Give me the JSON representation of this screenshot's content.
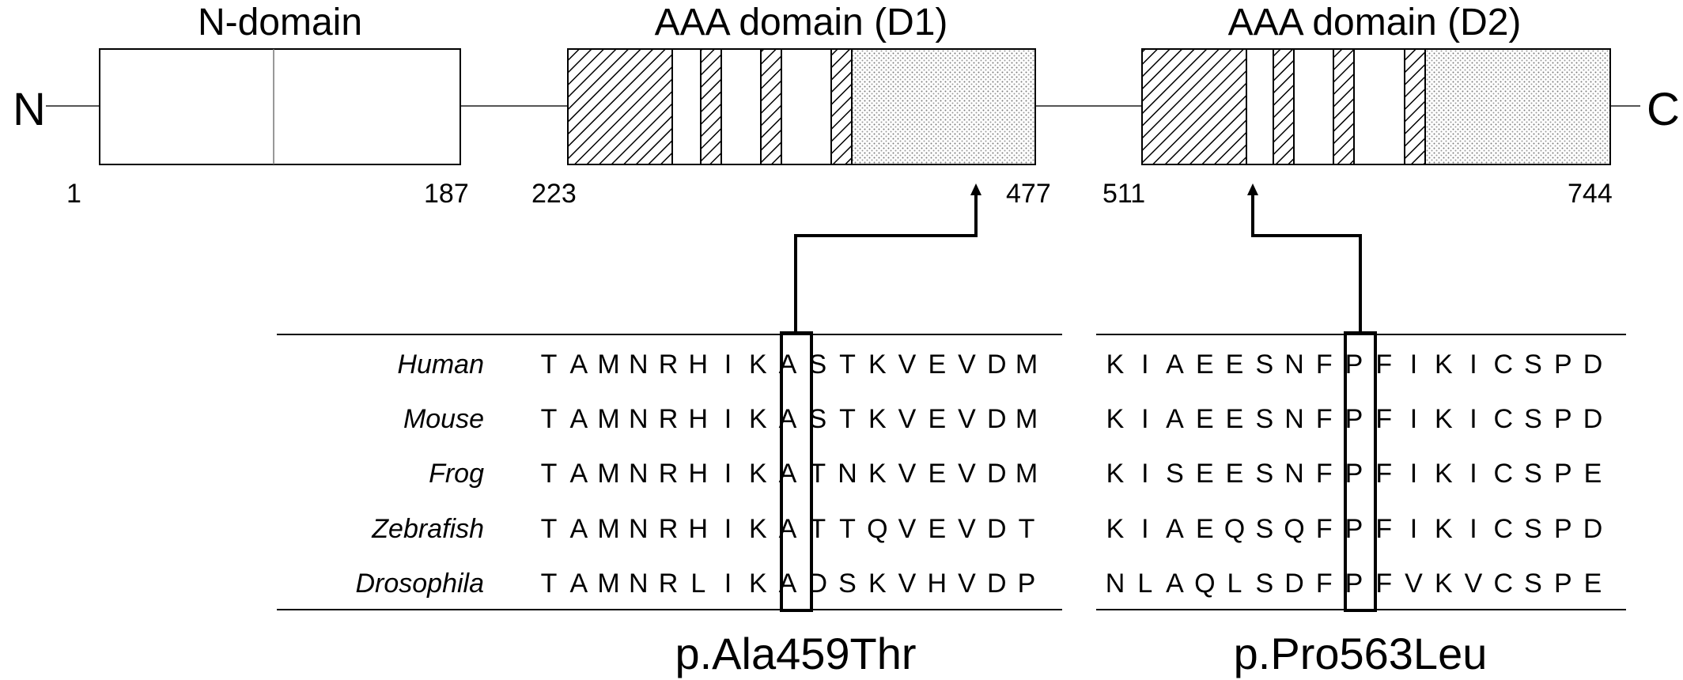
{
  "protein": {
    "n_terminus": "N",
    "c_terminus": "C",
    "domains": [
      {
        "id": "n-domain",
        "title": "N-domain",
        "start": "1",
        "end": "187"
      },
      {
        "id": "d1",
        "title": "AAA domain (D1)",
        "start": "223",
        "end": "477"
      },
      {
        "id": "d2",
        "title": "AAA domain (D2)",
        "start": "511",
        "end": "744"
      }
    ]
  },
  "alignment": {
    "species": [
      "Human",
      "Mouse",
      "Frog",
      "Zebrafish",
      "Drosophila"
    ],
    "blocks": [
      {
        "id": "d1",
        "mutation": "p.Ala459Thr",
        "highlight_index": 8,
        "rows": [
          "TAMNRHIKASTKVEVDM",
          "TAMNRHIKASTKVEVDM",
          "TAMNRHIKATNKVEVDM",
          "TAMNRHIKATTQVEVDT",
          "TAMNRLIKADSKVHVDP"
        ]
      },
      {
        "id": "d2",
        "mutation": "p.Pro563Leu",
        "highlight_index": 8,
        "rows": [
          "KIAEESNFPFIKICSPD",
          "KIAEESNFPFIKICSPD",
          "KISEESNFPFIKICSPE",
          "KIAEQSQFPFIKICSPD",
          "NLAQLSDFPFVKVCSPE"
        ]
      }
    ]
  }
}
